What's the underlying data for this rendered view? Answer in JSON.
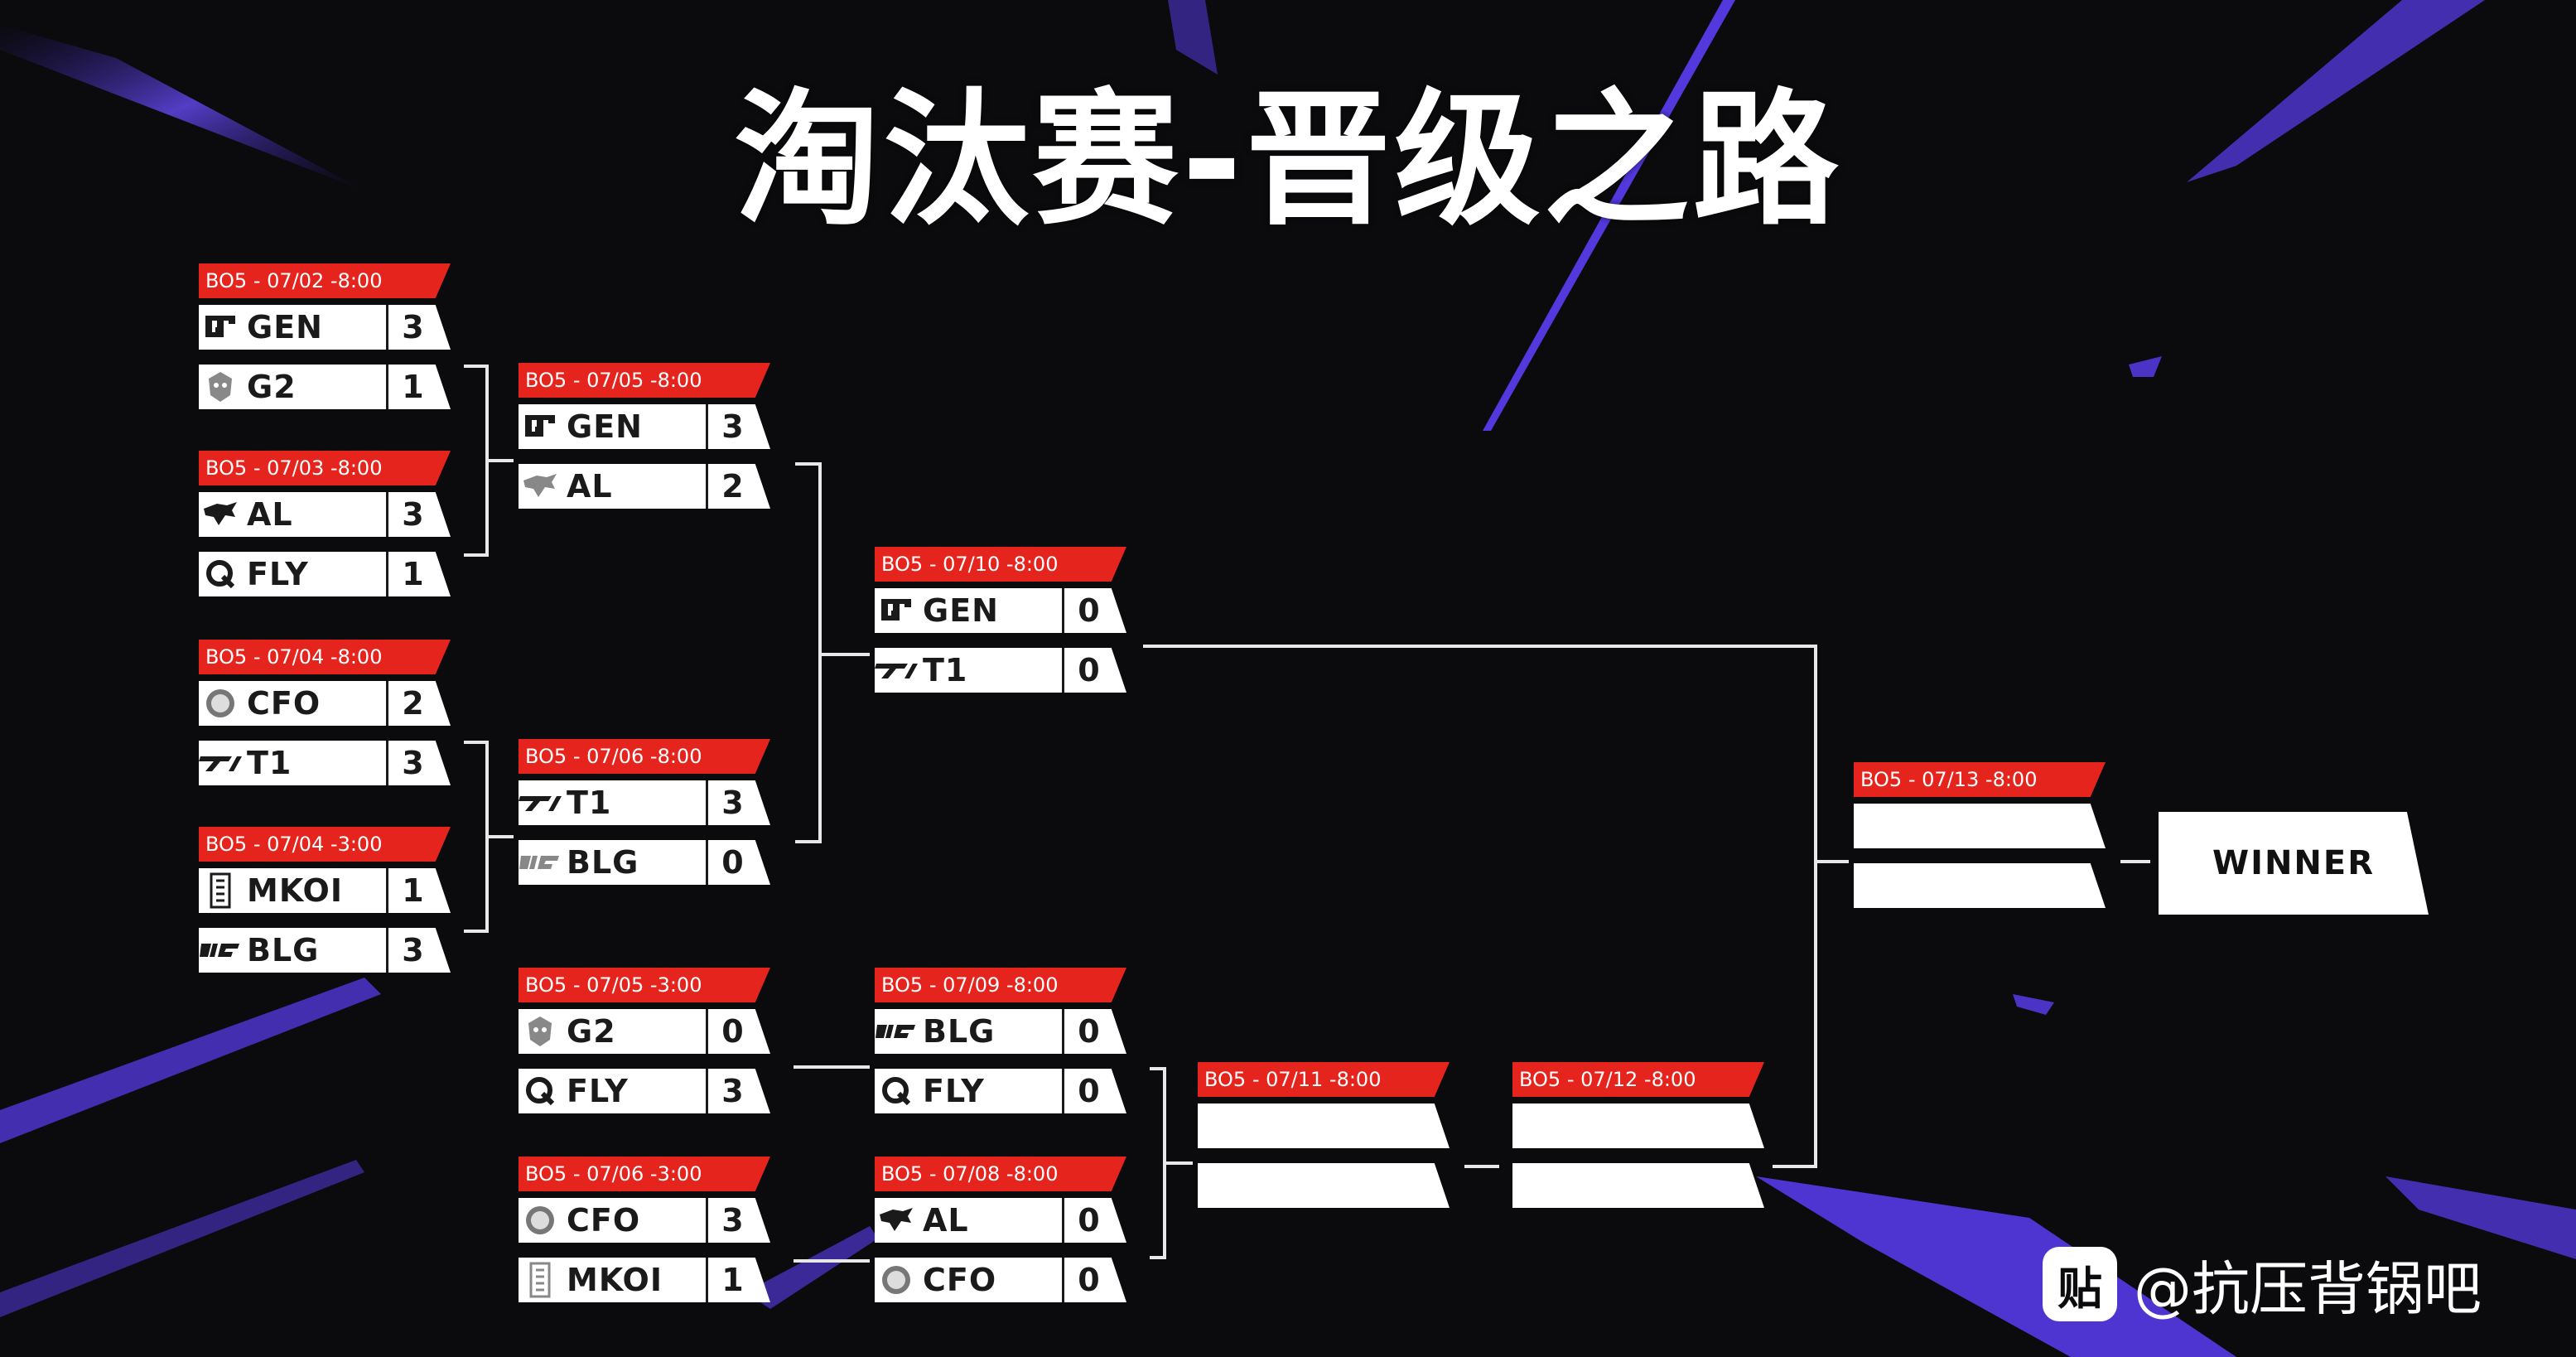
{
  "title": "淘汰赛-晋级之路",
  "winner_label": "WINNER",
  "watermark": {
    "icon_glyph": "贴",
    "text": "@抗压背锅吧"
  },
  "colors": {
    "background": "#0b0b0e",
    "header_red": "#e5241d",
    "accent_purple": "#5b3df5",
    "card_white": "#ffffff"
  },
  "matches": {
    "m1": {
      "header": "BO5 - 07/02 -8:00",
      "teams": [
        {
          "name": "GEN",
          "score": "3",
          "logo": "gen-logo-icon"
        },
        {
          "name": "G2",
          "score": "1",
          "logo": "g2-logo-icon"
        }
      ]
    },
    "m2": {
      "header": "BO5 - 07/03 -8:00",
      "teams": [
        {
          "name": "AL",
          "score": "3",
          "logo": "al-logo-icon"
        },
        {
          "name": "FLY",
          "score": "1",
          "logo": "fly-logo-icon"
        }
      ]
    },
    "m3": {
      "header": "BO5 - 07/04 -8:00",
      "teams": [
        {
          "name": "CFO",
          "score": "2",
          "logo": "cfo-logo-icon"
        },
        {
          "name": "T1",
          "score": "3",
          "logo": "t1-logo-icon"
        }
      ]
    },
    "m4": {
      "header": "BO5 - 07/04 -3:00",
      "teams": [
        {
          "name": "MKOI",
          "score": "1",
          "logo": "mkoi-logo-icon"
        },
        {
          "name": "BLG",
          "score": "3",
          "logo": "blg-logo-icon"
        }
      ]
    },
    "m5": {
      "header": "BO5 - 07/05 -8:00",
      "teams": [
        {
          "name": "GEN",
          "score": "3",
          "logo": "gen-logo-icon"
        },
        {
          "name": "AL",
          "score": "2",
          "logo": "al-logo-icon"
        }
      ]
    },
    "m6": {
      "header": "BO5 - 07/06 -8:00",
      "teams": [
        {
          "name": "T1",
          "score": "3",
          "logo": "t1-logo-icon"
        },
        {
          "name": "BLG",
          "score": "0",
          "logo": "blg-logo-icon"
        }
      ]
    },
    "m7": {
      "header": "BO5 - 07/05 -3:00",
      "teams": [
        {
          "name": "G2",
          "score": "0",
          "logo": "g2-logo-icon"
        },
        {
          "name": "FLY",
          "score": "3",
          "logo": "fly-logo-icon"
        }
      ]
    },
    "m8": {
      "header": "BO5 - 07/06 -3:00",
      "teams": [
        {
          "name": "CFO",
          "score": "3",
          "logo": "cfo-logo-icon"
        },
        {
          "name": "MKOI",
          "score": "1",
          "logo": "mkoi-logo-icon"
        }
      ]
    },
    "m9": {
      "header": "BO5 - 07/10 -8:00",
      "teams": [
        {
          "name": "GEN",
          "score": "0",
          "logo": "gen-logo-icon"
        },
        {
          "name": "T1",
          "score": "0",
          "logo": "t1-logo-icon"
        }
      ]
    },
    "m10": {
      "header": "BO5 - 07/09 -8:00",
      "teams": [
        {
          "name": "BLG",
          "score": "0",
          "logo": "blg-logo-icon"
        },
        {
          "name": "FLY",
          "score": "0",
          "logo": "fly-logo-icon"
        }
      ]
    },
    "m11": {
      "header": "BO5 - 07/08 -8:00",
      "teams": [
        {
          "name": "AL",
          "score": "0",
          "logo": "al-logo-icon"
        },
        {
          "name": "CFO",
          "score": "0",
          "logo": "cfo-logo-icon"
        }
      ]
    },
    "m12": {
      "header": "BO5 - 07/11 -8:00",
      "teams": []
    },
    "m13": {
      "header": "BO5 - 07/12 -8:00",
      "teams": []
    },
    "m14": {
      "header": "BO5 - 07/13 -8:00",
      "teams": []
    }
  }
}
